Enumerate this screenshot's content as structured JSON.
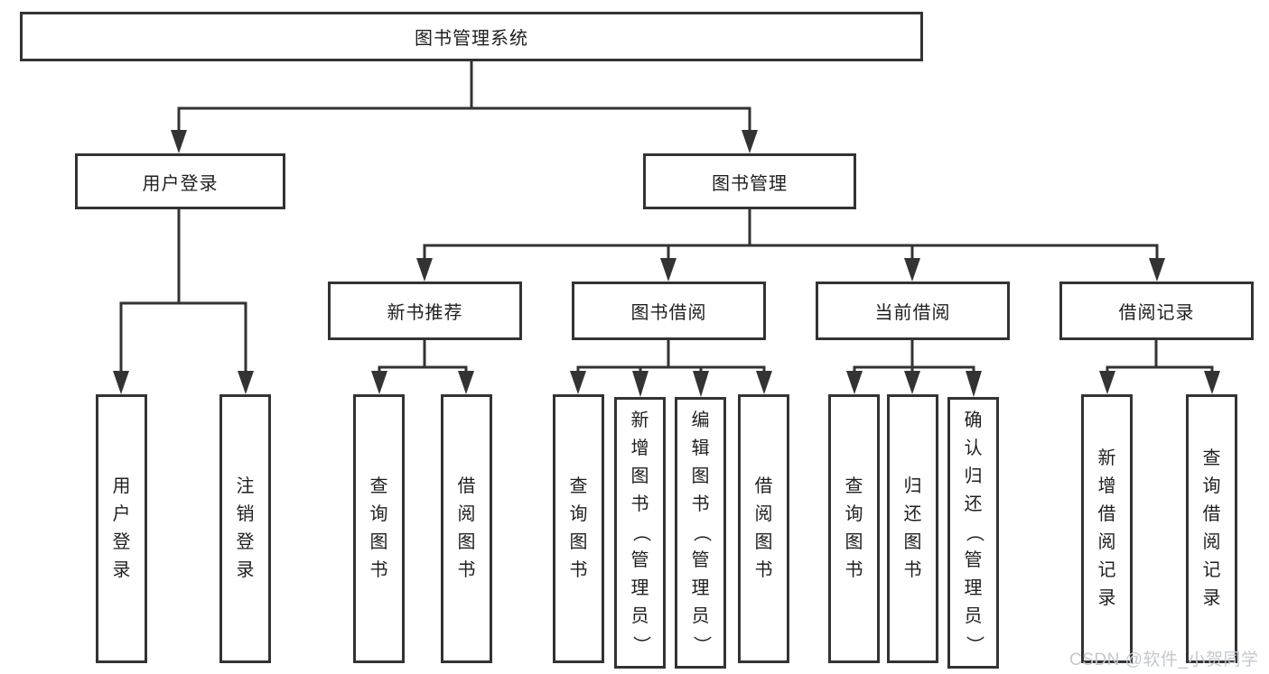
{
  "diagram": {
    "colors": {
      "background": "#ffffff",
      "line": "#333333",
      "box_border": "#333333",
      "text": "#1f1f1f",
      "watermark": "#c3c8ce"
    },
    "nodes": {
      "root": {
        "label": "图书管理系统"
      },
      "user_login": {
        "label": "用户登录"
      },
      "book_mgmt": {
        "label": "图书管理"
      },
      "new_book_rec": {
        "label": "新书推荐"
      },
      "book_borrow": {
        "label": "图书借阅"
      },
      "current_borrow": {
        "label": "当前借阅"
      },
      "borrow_records": {
        "label": "借阅记录"
      },
      "user_login_leaf": {
        "label": "用户登录"
      },
      "logout_leaf": {
        "label": "注销登录"
      },
      "rec_query_books": {
        "label": "查询图书"
      },
      "rec_borrow_books": {
        "label": "借阅图书"
      },
      "bb_query_books": {
        "label": "查询图书"
      },
      "bb_add_books": {
        "label": "新增图书（管理员）"
      },
      "bb_edit_books": {
        "label": "编辑图书（管理员）"
      },
      "bb_borrow_books": {
        "label": "借阅图书"
      },
      "cb_query_books": {
        "label": "查询图书"
      },
      "cb_return_books": {
        "label": "归还图书"
      },
      "cb_confirm_return": {
        "label": "确认归还（管理员）"
      },
      "br_add_record": {
        "label": "新增借阅记录"
      },
      "br_query_record": {
        "label": "查询借阅记录"
      }
    },
    "watermark": "CSDN @软件_小贺同学"
  }
}
